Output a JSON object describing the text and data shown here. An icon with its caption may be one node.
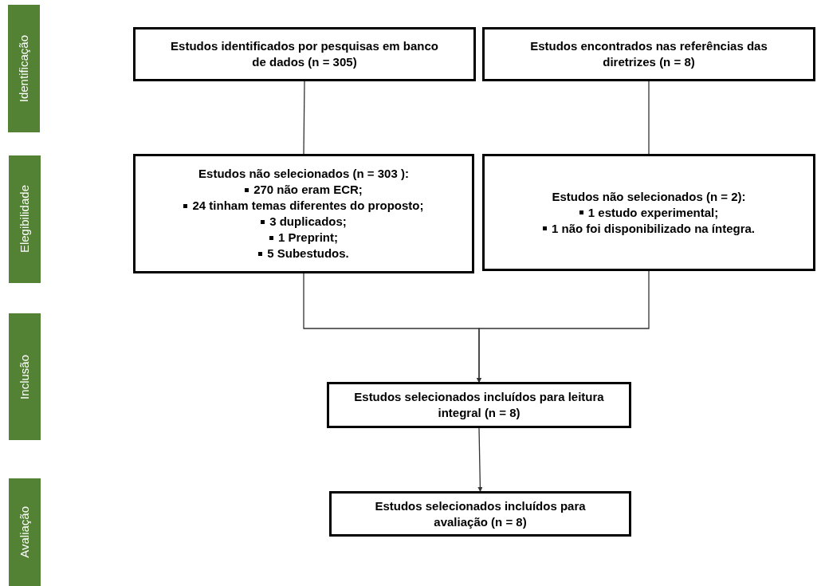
{
  "diagram": {
    "nodes": [
      {
        "text": [
          "Identificação"
        ]
      },
      {
        "text": [
          "Elegibilidade"
        ]
      },
      {
        "text": [
          "Inclusão"
        ]
      },
      {
        "text": [
          "Avaliação"
        ]
      },
      {
        "text": [
          "Estudos identificados por pesquisas em banco de dados (n = 305)"
        ]
      },
      {
        "text": [
          "Estudos encontrados nas referências das diretrizes (n = 8)"
        ]
      },
      {
        "text": [
          "Estudos não selecionados (n = 303 ):",
          "270  não eram ECR;",
          "24 tinham temas diferentes do proposto;",
          "3 duplicados;",
          "1 Preprint;",
          "5 Subestudos."
        ]
      },
      {
        "text": [
          "Estudos não selecionados (n = 2):",
          "1 estudo experimental;",
          "1 não foi disponibilizado na íntegra."
        ]
      },
      {
        "text": [
          "Estudos selecionados incluídos para leitura integral (n =  8)"
        ]
      },
      {
        "text": [
          "Estudos selecionados incluídos para avaliação (n =  8)"
        ]
      }
    ],
    "edges": [
      {
        "from": 4,
        "to": 6,
        "arrow": "none"
      },
      {
        "from": 5,
        "to": 7,
        "arrow": "none"
      },
      {
        "from": 6,
        "to": 8,
        "arrow": "to"
      },
      {
        "from": 7,
        "to": 8,
        "arrow": "to"
      },
      {
        "from": 8,
        "to": 9,
        "arrow": "to"
      }
    ]
  }
}
